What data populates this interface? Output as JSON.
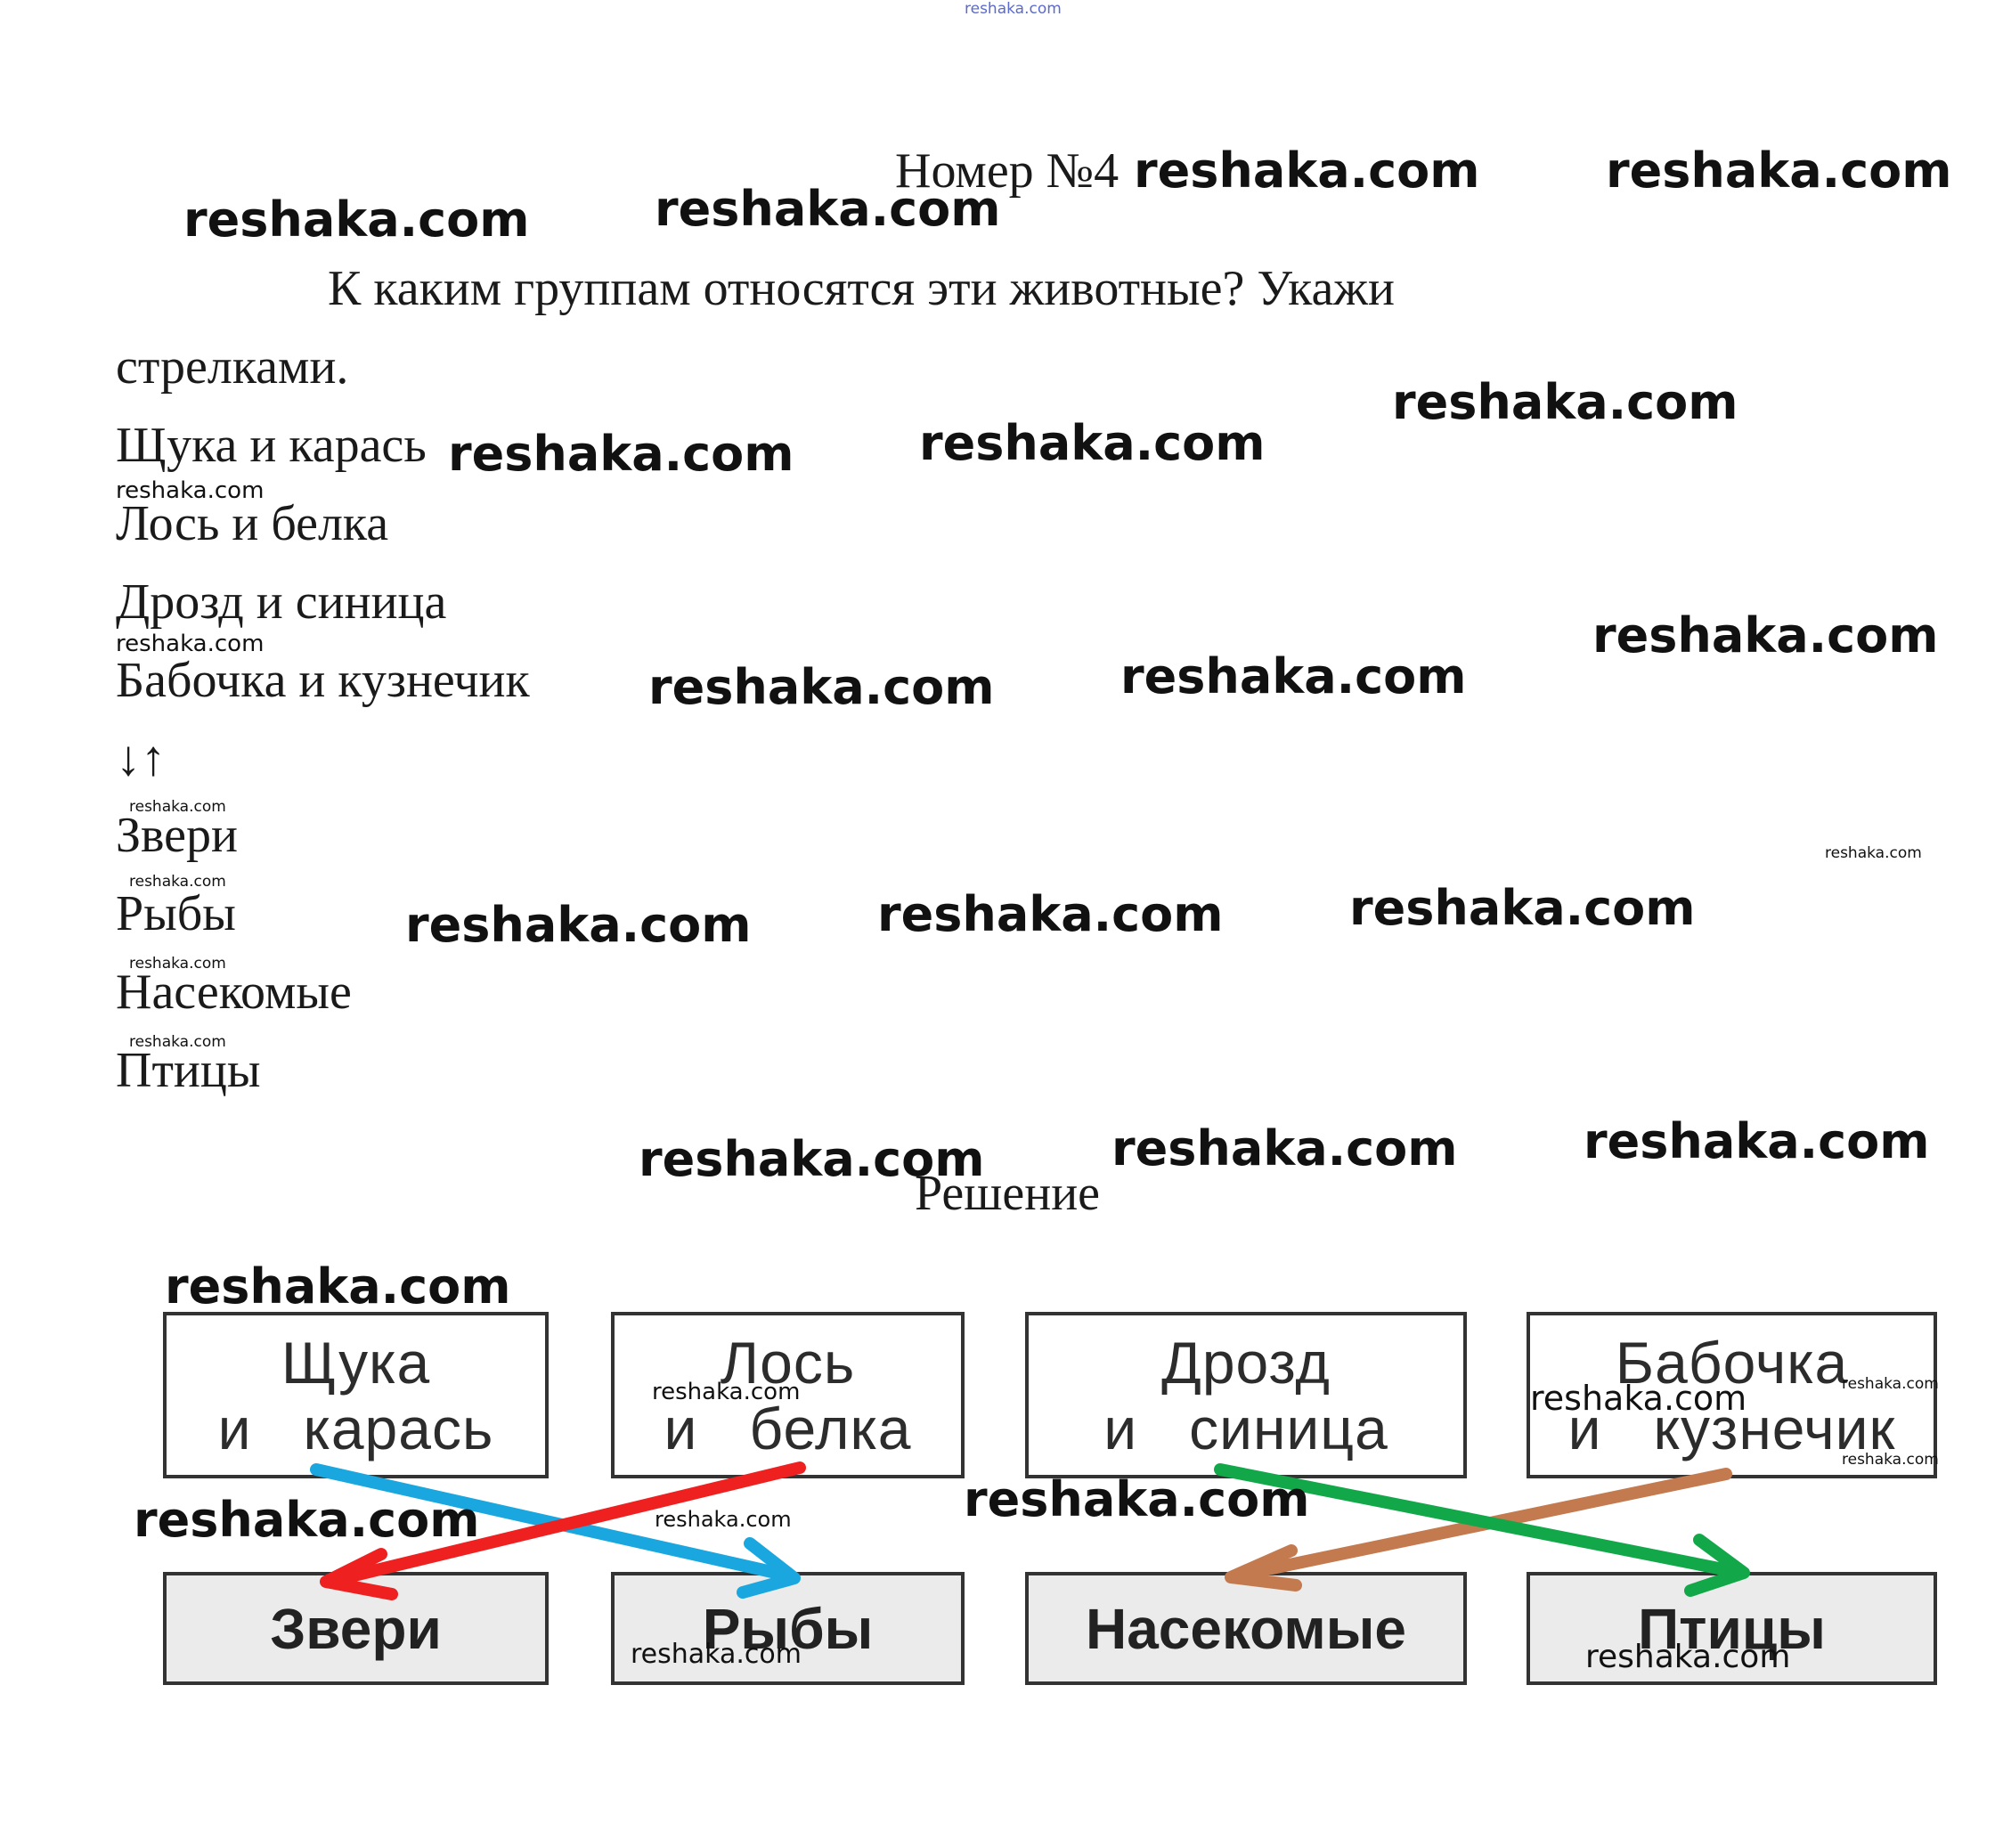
{
  "watermark": "reshaka.com",
  "title": "Номер №4",
  "question_part1": "К каким группам относятся эти животные? Укажи",
  "question_part2": "стрелками.",
  "animals": [
    "Щука и карась",
    "Лось и белка",
    "Дрозд и синица",
    "Бабочка и кузнечик"
  ],
  "arrows_symbol": "↓↑",
  "groups": [
    "Звери",
    "Рыбы",
    "Насекомые",
    "Птицы"
  ],
  "solution_label": "Решение",
  "solution": {
    "top_boxes": [
      {
        "line1": "Щука",
        "line2": "и   карась"
      },
      {
        "line1": "Лось",
        "line2": "и   белка"
      },
      {
        "line1": "Дрозд",
        "line2": "и   синица"
      },
      {
        "line1": "Бабочка",
        "line2": "и   кузнечик"
      }
    ],
    "bottom_boxes": [
      "Звери",
      "Рыбы",
      "Насекомые",
      "Птицы"
    ],
    "arrow_colors": {
      "fish": "#1aa7e0",
      "mammals": "#ee2020",
      "birds": "#12a84a",
      "insects": "#c47a4f"
    }
  }
}
